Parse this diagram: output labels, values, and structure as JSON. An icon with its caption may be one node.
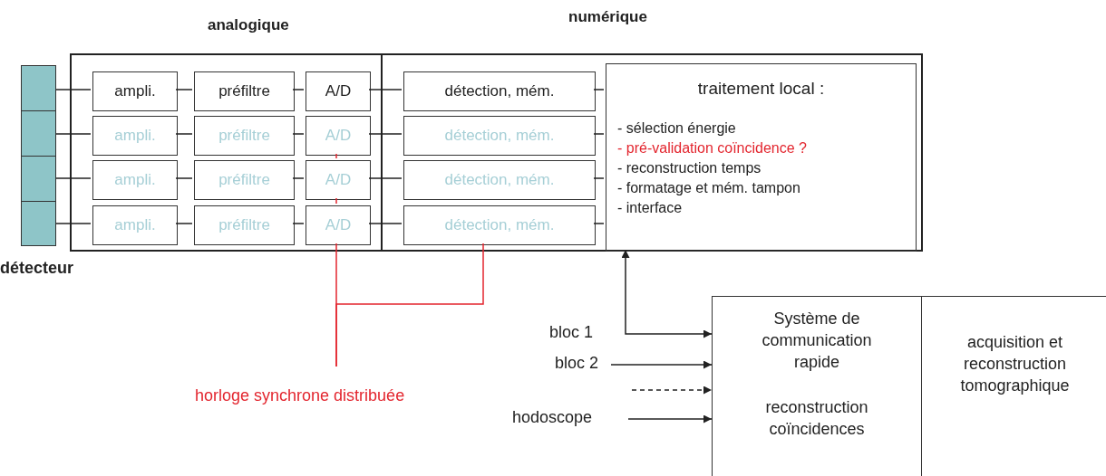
{
  "diagram": {
    "nodes": [
      {
        "text": [],
        "shape": "bar",
        "beside": [
          "détecteur"
        ]
      },
      {
        "text": [
          "analogique"
        ]
      },
      {
        "text": [
          "ampli."
        ],
        "in": 1
      },
      {
        "text": [
          "préfiltre"
        ],
        "in": 1
      },
      {
        "text": [
          "A/D"
        ],
        "in": 1
      },
      {
        "text": [
          "ampli."
        ],
        "in": 1
      },
      {
        "text": [
          "préfiltre"
        ],
        "in": 1
      },
      {
        "text": [
          "A/D"
        ],
        "in": 1
      },
      {
        "text": [
          "ampli."
        ],
        "in": 1
      },
      {
        "text": [
          "préfiltre"
        ],
        "in": 1
      },
      {
        "text": [
          "A/D"
        ],
        "in": 1
      },
      {
        "text": [
          "ampli."
        ],
        "in": 1
      },
      {
        "text": [
          "préfiltre"
        ],
        "in": 1
      },
      {
        "text": [
          "A/D"
        ],
        "in": 1
      },
      {
        "text": [
          "numérique"
        ]
      },
      {
        "text": [
          "détection, mém."
        ],
        "in": 14
      },
      {
        "text": [
          "détection, mém."
        ],
        "in": 14
      },
      {
        "text": [
          "détection, mém."
        ],
        "in": 14
      },
      {
        "text": [
          "détection, mém."
        ],
        "in": 14
      },
      {
        "text": [
          "traitement local :",
          "- sélection énergie",
          "- pré-validation coïncidence ?",
          "- reconstruction temps",
          "- formatage et mém. tampon",
          "- interface"
        ],
        "in": 14
      },
      {
        "text": [
          "horloge synchrone distribuée"
        ]
      },
      {
        "text": [
          "bloc 2"
        ]
      },
      {
        "text": [
          "hodoscope"
        ]
      },
      {
        "text": [
          "Système de communication rapide",
          "reconstruction coïncidences"
        ]
      },
      {
        "text": [
          "acquisition et reconstruction tomographique"
        ]
      }
    ],
    "edges": [
      {
        "from": 0,
        "to": 2,
        "arrow": "none"
      },
      {
        "from": 0,
        "to": 5,
        "arrow": "none"
      },
      {
        "from": 0,
        "to": 8,
        "arrow": "none"
      },
      {
        "from": 0,
        "to": 11,
        "arrow": "none"
      },
      {
        "from": 2,
        "to": 3,
        "arrow": "none"
      },
      {
        "from": 3,
        "to": 4,
        "arrow": "none"
      },
      {
        "from": 4,
        "to": 15,
        "arrow": "none"
      },
      {
        "from": 15,
        "to": 19,
        "arrow": "none"
      },
      {
        "from": 5,
        "to": 6,
        "arrow": "none"
      },
      {
        "from": 6,
        "to": 7,
        "arrow": "none"
      },
      {
        "from": 7,
        "to": 16,
        "arrow": "none"
      },
      {
        "from": 16,
        "to": 19,
        "arrow": "none"
      },
      {
        "from": 8,
        "to": 9,
        "arrow": "none"
      },
      {
        "from": 9,
        "to": 10,
        "arrow": "none"
      },
      {
        "from": 10,
        "to": 17,
        "arrow": "none"
      },
      {
        "from": 17,
        "to": 19,
        "arrow": "none"
      },
      {
        "from": 11,
        "to": 12,
        "arrow": "none"
      },
      {
        "from": 12,
        "to": 13,
        "arrow": "none"
      },
      {
        "from": 13,
        "to": 18,
        "arrow": "none"
      },
      {
        "from": 18,
        "to": 19,
        "arrow": "none"
      },
      {
        "from": 20,
        "to": 13,
        "arrow": "none",
        "color": "#e3262f"
      },
      {
        "from": 20,
        "to": 18,
        "arrow": "none",
        "color": "#e3262f"
      },
      {
        "from": 13,
        "to": 10,
        "arrow": "none",
        "color": "#e3262f"
      },
      {
        "from": 10,
        "to": 7,
        "arrow": "none",
        "color": "#e3262f"
      },
      {
        "from": 19,
        "to": 23,
        "arrow": "both",
        "label": "bloc 1"
      },
      {
        "from": 21,
        "to": 23,
        "arrow": "to"
      },
      {
        "from": null,
        "to": 23,
        "arrow": "to",
        "style": "dashed"
      },
      {
        "from": 22,
        "to": 23,
        "arrow": "to"
      }
    ]
  }
}
